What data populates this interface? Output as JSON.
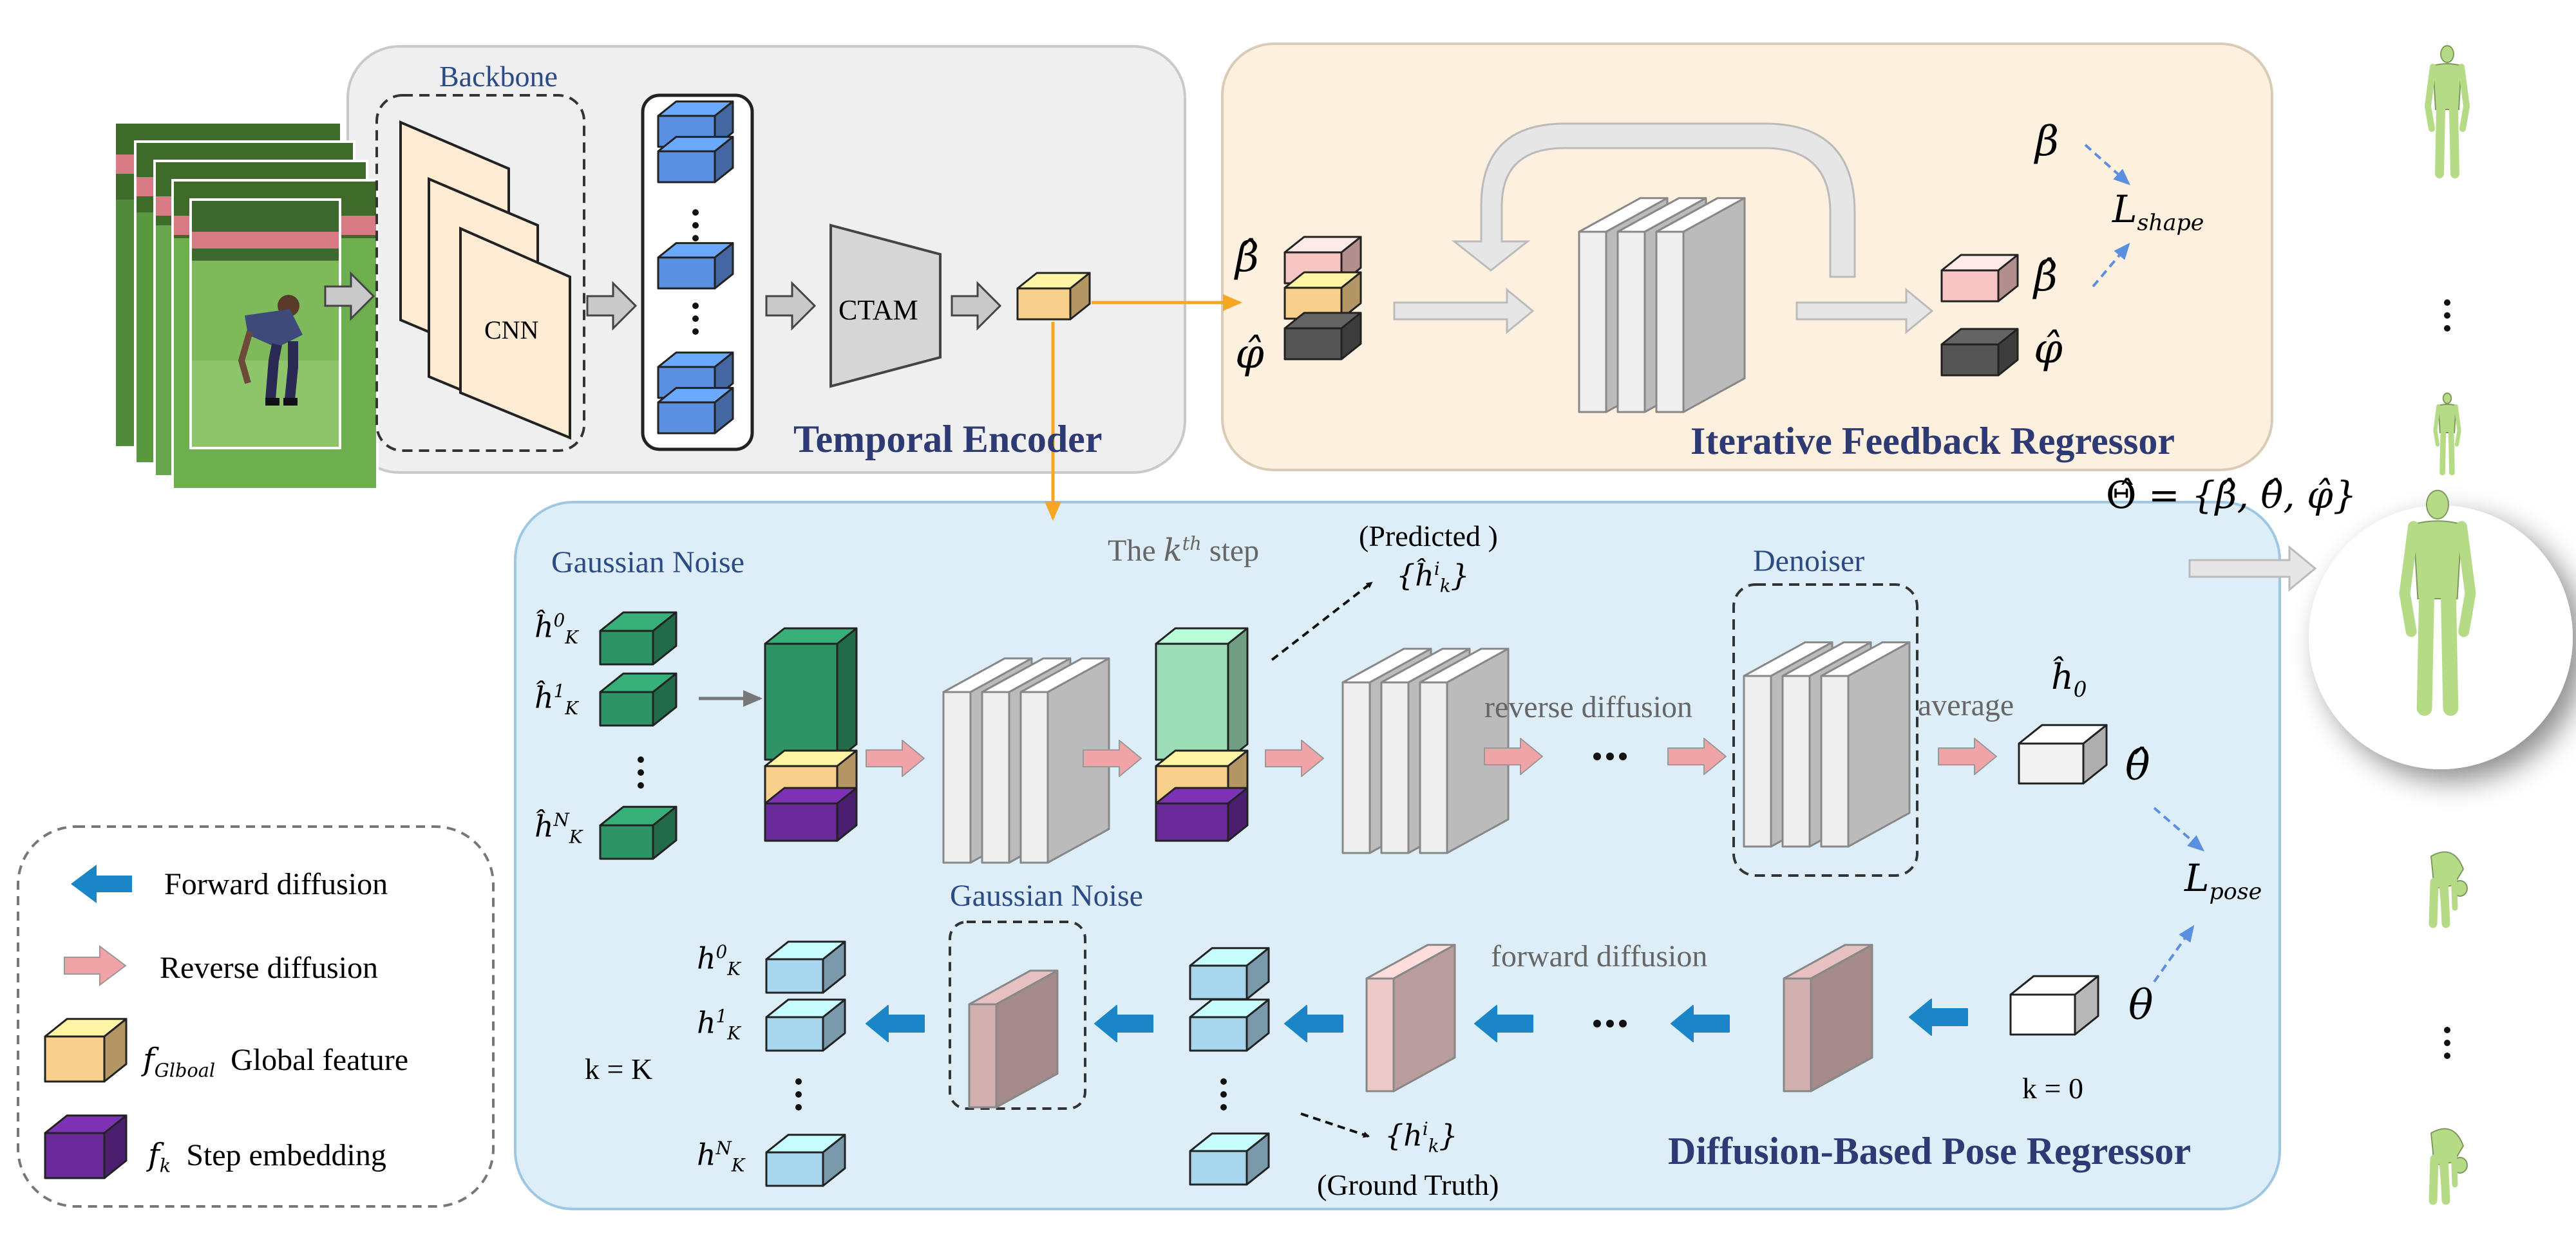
{
  "colors": {
    "encoder_panel_bg": "#EFEFEF",
    "feedback_panel_bg": "#FDF0DF",
    "pose_panel_bg": "#DDEEF8",
    "blue_feature": "#5B8FE0",
    "global_feature": "#F9D08B",
    "step_embedding": "#6A2A9A",
    "noise_green": "#2E9466",
    "predicted_green": "#9CDDB8",
    "gt_blue": "#A9D6EF",
    "reverse_arrow": "#F0A4A8",
    "forward_arrow": "#1A86C8",
    "orange_arrow": "#F5A623",
    "body_mesh": "#B5DB86"
  },
  "encoder": {
    "title": "Temporal Encoder",
    "backbone_label": "Backbone",
    "cnn_label": "CNN",
    "ctam_label": "CTAM"
  },
  "feedback": {
    "title": "Iterative Feedback Regressor",
    "beta_hat": "β̂",
    "phi_hat": "φ̂",
    "beta_hat_out": "β̂",
    "phi_hat_out": "φ̂",
    "beta_gt": "β",
    "loss_shape": "L",
    "loss_shape_sub": "shape"
  },
  "pose": {
    "title": "Diffusion-Based Pose Regressor",
    "gaussian_noise_top": "Gaussian Noise",
    "gaussian_noise_bottom": "Gaussian Noise",
    "kth_step_prefix": "The ",
    "kth_step_k": "k",
    "kth_step_sup": "th",
    "kth_step_suffix": " step",
    "predicted_label": "(Predicted )",
    "predicted_set": "{ĥ",
    "predicted_set_sup": "i",
    "predicted_set_sub": "k",
    "denoiser_label": "Denoiser",
    "reverse_diffusion_label": "reverse diffusion",
    "average_label": "average",
    "h0_hat": "ĥ",
    "h0_hat_sub": "0",
    "theta_hat": "θ̂",
    "theta": "θ",
    "loss_pose": "L",
    "loss_pose_sub": "pose",
    "forward_diffusion_label": "forward diffusion",
    "ground_truth_label": "(Ground Truth)",
    "gt_set": "{h",
    "gt_set_sup": "i",
    "gt_set_sub": "k",
    "k_equals_K": "k = K",
    "k_equals_0": "k = 0",
    "ellipsis_h": "···",
    "hK0_base": "ĥ",
    "sup0": "0",
    "sup1": "1",
    "supN": "N",
    "subK": "K",
    "h_base": "h"
  },
  "output": {
    "theta_set_lhs": "Θ̂",
    "theta_set_rhs": "= {β̂, θ̂, φ̂}",
    "vdots": "⋮"
  },
  "legend": {
    "forward": "Forward diffusion",
    "reverse": "Reverse diffusion",
    "global_symbol": "f",
    "global_symbol_sub": "Glboal",
    "global_text": "Global feature",
    "step_symbol": "f",
    "step_symbol_sub": "k",
    "step_text": "Step embedding"
  }
}
